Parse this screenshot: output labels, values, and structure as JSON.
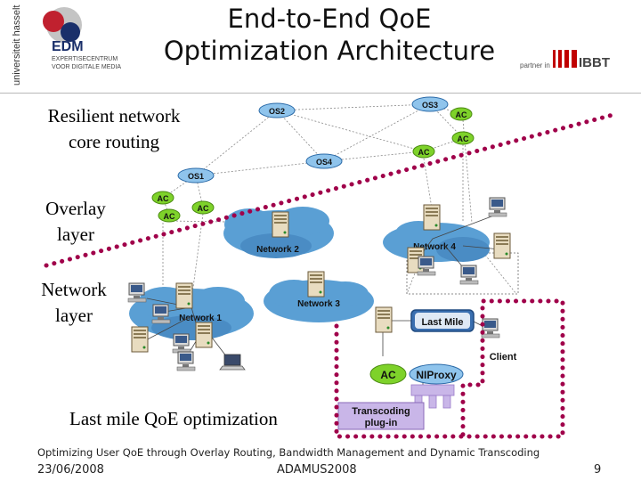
{
  "logos": {
    "university_vertical": "universiteit hasselt",
    "edm_abbrev": "EDM",
    "edm_line1": "EXPERTISECENTRUM",
    "edm_line2": "VOOR DIGITALE MEDIA",
    "partner_text": "partner in",
    "ibbt": "IBBT"
  },
  "title": {
    "line1": "End-to-End QoE",
    "line2": "Optimization Architecture"
  },
  "side_labels": {
    "resilient": [
      "Resilient network",
      "core routing"
    ],
    "overlay": [
      "Overlay",
      "layer"
    ],
    "network": [
      "Network",
      "layer"
    ],
    "last_mile": "Last mile QoE optimization"
  },
  "diagram": {
    "os_nodes": [
      "OS2",
      "OS3",
      "OS4",
      "OS1"
    ],
    "ac_label": "AC",
    "networks": [
      "Network 2",
      "Network 4",
      "Network 1",
      "Network 3"
    ],
    "last_mile_box": "Last Mile",
    "client": "Client",
    "niproxy": "NIProxy",
    "transcoding_line1": "Transcoding",
    "transcoding_line2": "plug-in"
  },
  "footer": {
    "subtitle": "Optimizing User QoE through Overlay Routing, Bandwidth Management and Dynamic Transcoding",
    "date": "23/06/2008",
    "event": "ADAMUS2008",
    "page": "9"
  },
  "colors": {
    "dotted_line": "#a0004a",
    "node_green": "#7ed22a",
    "os_blue": "#8fc4ec",
    "cloud_blue": "#5a9fd4",
    "last_mile_box": "#3a6fb0",
    "transcoding_purple": "#c9b6e8",
    "ibbt_red": "#c00000"
  }
}
